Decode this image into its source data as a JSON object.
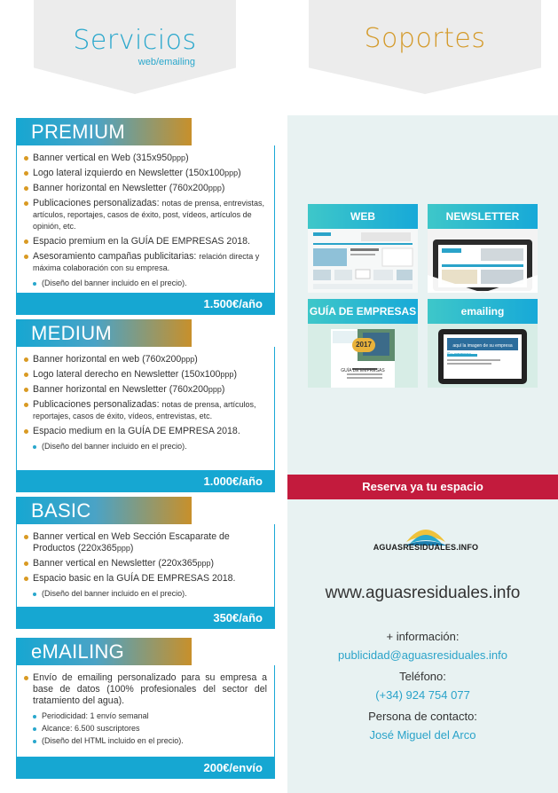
{
  "header": {
    "left_title": "Servicios",
    "left_subtitle": "web/emailing",
    "right_title": "Soportes"
  },
  "plans": {
    "premium": {
      "name": "PREMIUM",
      "items": [
        {
          "text": "Banner vertical en Web (315x950",
          "unit": "ppp",
          "close": ")"
        },
        {
          "text": "Logo lateral izquierdo en Newsletter (150x100",
          "unit": "ppp",
          "close": ")"
        },
        {
          "text": "Banner horizontal en Newsletter (760x200",
          "unit": "ppp",
          "close": ")"
        },
        {
          "text": "Publicaciones personalizadas: ",
          "detail": "notas de prensa, entrevistas, artículos, reportajes, casos de éxito, post, vídeos, artículos de opinión, etc."
        },
        {
          "text": "Espacio premium en la GUÍA DE EMPRESAS 2018."
        },
        {
          "text": "Asesoramiento campañas publicitarias: ",
          "detail": "relación directa y máxima colaboración con su empresa."
        }
      ],
      "note": "(Diseño del banner incluido en el precio).",
      "price": "1.500€/año"
    },
    "medium": {
      "name": "MEDIUM",
      "items": [
        {
          "text": "Banner horizontal en web (760x200",
          "unit": "ppp",
          "close": ")"
        },
        {
          "text": "Logo lateral derecho en Newsletter (150x100",
          "unit": "ppp",
          "close": ")"
        },
        {
          "text": "Banner horizontal en Newsletter (760x200",
          "unit": "ppp",
          "close": ")"
        },
        {
          "text": "Publicaciones personalizadas: ",
          "detail": "notas de prensa, artículos, reportajes, casos de éxito, vídeos, entrevistas, etc."
        },
        {
          "text": "Espacio medium en la GUÍA DE EMPRESA 2018."
        }
      ],
      "note": "(Diseño del banner incluido en el precio).",
      "price": "1.000€/año"
    },
    "basic": {
      "name": "BASIC",
      "items": [
        {
          "text": "Banner vertical en Web Sección Escaparate de Productos (220x365",
          "unit": "ppp",
          "close": ")"
        },
        {
          "text": "Banner vertical en Newsletter (220x365",
          "unit": "ppp",
          "close": ")"
        },
        {
          "text": "Espacio basic en la GUÍA DE EMPRESAS 2018."
        }
      ],
      "note": "(Diseño del banner  incluido en el precio).",
      "price": "350€/año"
    },
    "emailing": {
      "name": "eMAILING",
      "items": [
        {
          "text": "Envío de emailing personalizado para su empresa a base de datos (100% profesionales del sector del tratamiento del agua)."
        }
      ],
      "notes": [
        "Periodicidad: 1 envío semanal",
        "Alcance: 6.500 suscriptores",
        "(Diseño del HTML incluido en el precio)."
      ],
      "price": "200€/envío"
    }
  },
  "supports": {
    "tiles": [
      {
        "label": "WEB"
      },
      {
        "label": "NEWSLETTER"
      },
      {
        "label": "GUÍA DE EMPRESAS",
        "badge": "2017",
        "caption": "GUÍA DE EMPRESAS"
      },
      {
        "label": "emailing",
        "screen_text": "aquí la imagen de su empresa",
        "sub_text": "Su empresa"
      }
    ],
    "reserve_label": "Reserva ya tu espacio",
    "logo_text": "AGUASRESIDUALES.INFO",
    "website": "www.aguasresiduales.info",
    "more_info_label": "+ información:",
    "email": "publicidad@aguasresiduales.info",
    "phone_label": "Teléfono:",
    "phone": "(+34) 924 754 077",
    "contact_label": "Persona de contacto:",
    "contact_name": "José Miguel del Arco"
  },
  "colors": {
    "accent_blue": "#16a7d2",
    "accent_orange": "#d99a23",
    "reserve_red": "#c31b3d",
    "panel_bg": "#e8f2f2"
  }
}
